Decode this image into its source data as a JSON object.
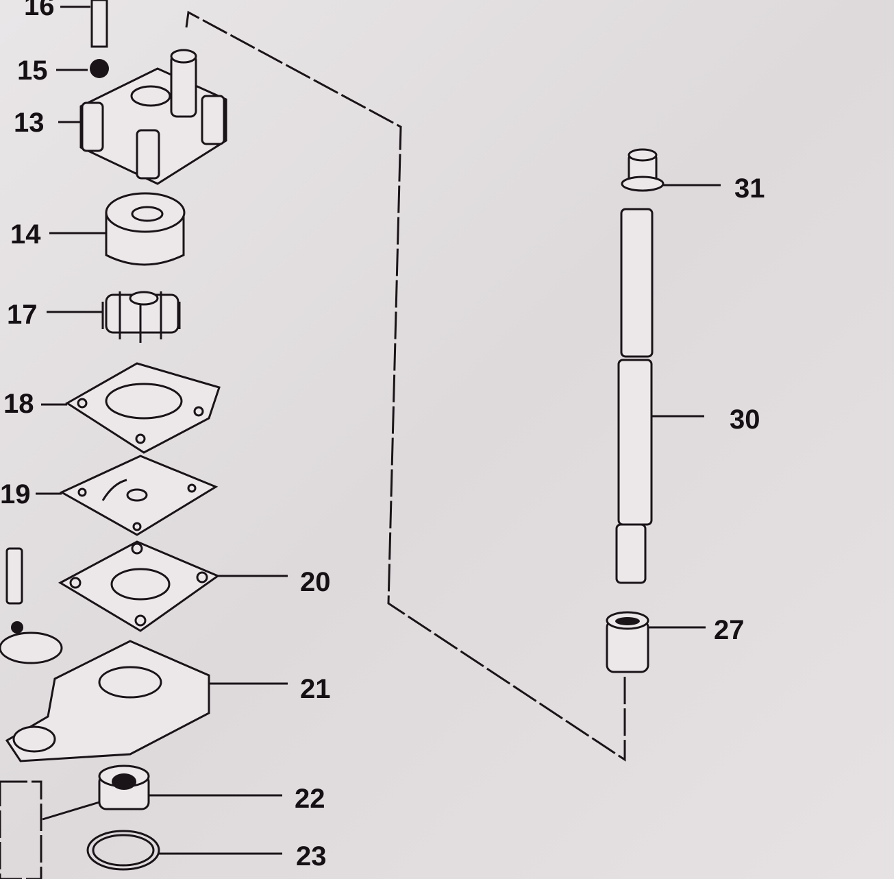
{
  "diagram": {
    "callouts": {
      "c16": "16",
      "c15": "15",
      "c13": "13",
      "c14": "14",
      "c17": "17",
      "c18": "18",
      "c19": "19",
      "c20": "20",
      "c21": "21",
      "c22": "22",
      "c23": "23",
      "c31": "31",
      "c30": "30",
      "c27": "27"
    }
  }
}
